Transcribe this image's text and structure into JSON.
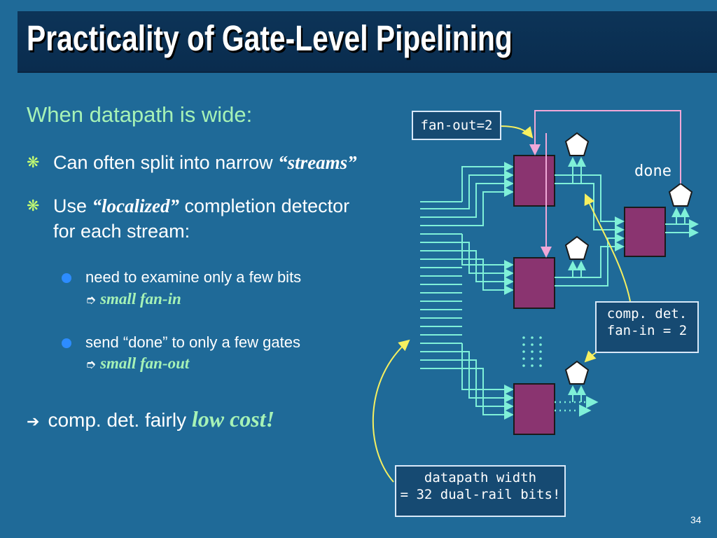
{
  "slide": {
    "title": "Practicality of Gate-Level Pipelining",
    "heading": "When datapath is wide:",
    "bullets": [
      {
        "prefix": "Can often split into narrow ",
        "emph": "“streams”",
        "suffix": ""
      },
      {
        "prefix": "Use ",
        "emph": "“localized”",
        "suffix": " completion detector",
        "line2": "for each stream:"
      }
    ],
    "subbullets": [
      {
        "text": "need to examine only a few bits",
        "implies": "small fan-in"
      },
      {
        "text": "send “done” to only a few gates",
        "implies": "small fan-out"
      }
    ],
    "conclusion": {
      "prefix": "comp. det. fairly ",
      "emph": "low cost!"
    },
    "diagram": {
      "fanout_label": "fan-out=2",
      "done_label": "done",
      "compdet_label_line1": "comp. det.",
      "compdet_label_line2": "fan-in = 2",
      "datapath_label_line1": "datapath width",
      "datapath_label_line2": "= 32 dual-rail bits!"
    },
    "page_number": "34",
    "colors": {
      "background": "#1f6a98",
      "title_bar": "#0c3458",
      "heading": "#a6f2b6",
      "wire": "#7ff0d8",
      "gate": "#8a3470",
      "feedback_wire": "#f0a8d8",
      "annotation_arrow": "#f6f060"
    }
  }
}
